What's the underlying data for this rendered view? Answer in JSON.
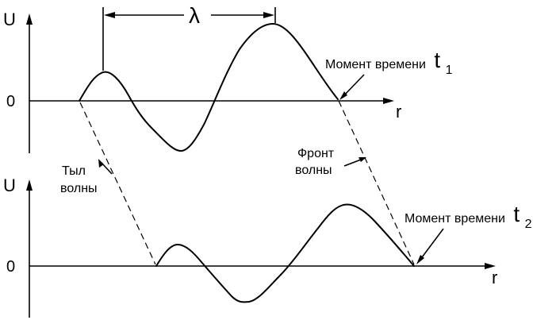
{
  "labels": {
    "u_axis": "U",
    "r_axis": "r",
    "zero": "0",
    "lambda": "λ",
    "moment_time": "Момент времени",
    "t_symbol": "t",
    "subscript_1": "1",
    "subscript_2": "2",
    "front_line1": "Фронт",
    "front_line2": "волны",
    "rear_line1": "Тыл",
    "rear_line2": "волны"
  }
}
